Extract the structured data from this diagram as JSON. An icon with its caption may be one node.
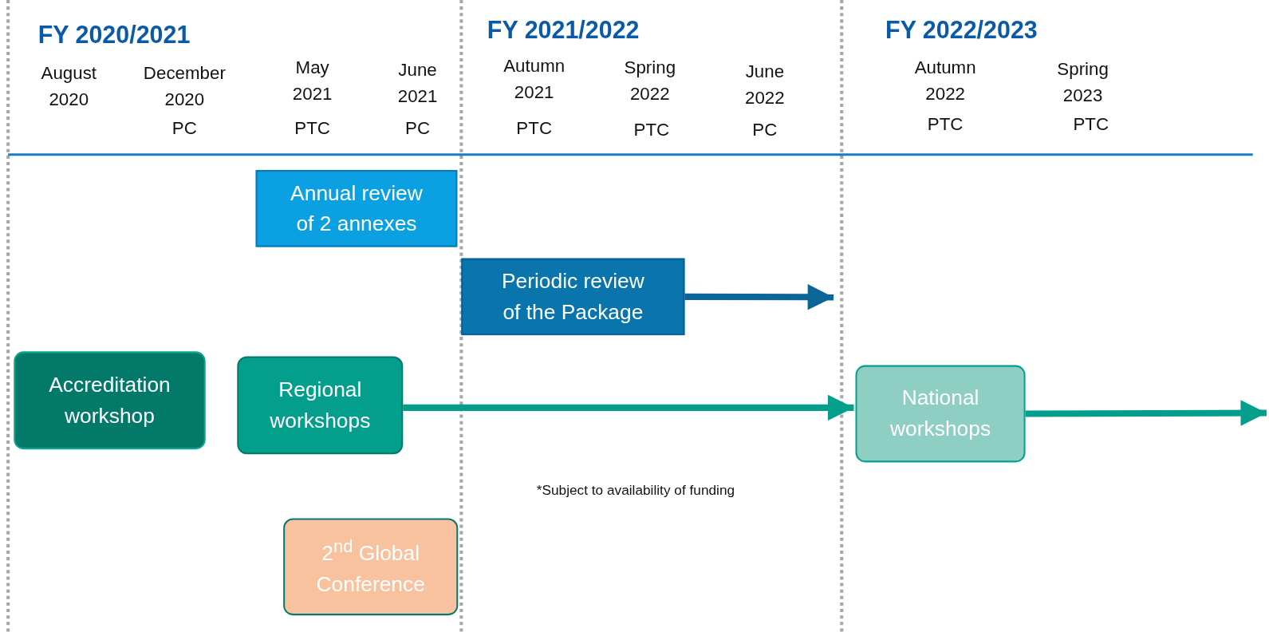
{
  "diagram": {
    "nodes": [
      {
        "text": [
          "Annual review of 2 annexes"
        ]
      },
      {
        "text": [
          "Periodic review of the Package"
        ]
      },
      {
        "text": [
          "Accreditation workshop"
        ]
      },
      {
        "text": [
          "Regional workshops"
        ]
      },
      {
        "text": [
          "National workshops"
        ]
      },
      {
        "text": [
          "2$^{nd}$ Global Conference"
        ]
      }
    ],
    "edges": [
      {
        "from": 1,
        "to": null,
        "arrow": "to",
        "color": "#0b6596"
      },
      {
        "from": 3,
        "to": 4,
        "arrow": "to"
      },
      {
        "from": 4,
        "to": null,
        "arrow": "to"
      }
    ],
    "labels": [
      "FY 2020/2021",
      "August 2020",
      "December 2020",
      "PC",
      "May 2021",
      "PTC",
      "June 2021",
      "PC",
      "FY 2021/2022",
      "Autumn 2021",
      "PTC",
      "Spring 2022",
      "PTC",
      "June 2022",
      "PC",
      "FY 2022/2023",
      "Autumn 2022",
      "PTC",
      "Spring 2023",
      "PTC",
      "*Subject to availability of funding"
    ]
  }
}
